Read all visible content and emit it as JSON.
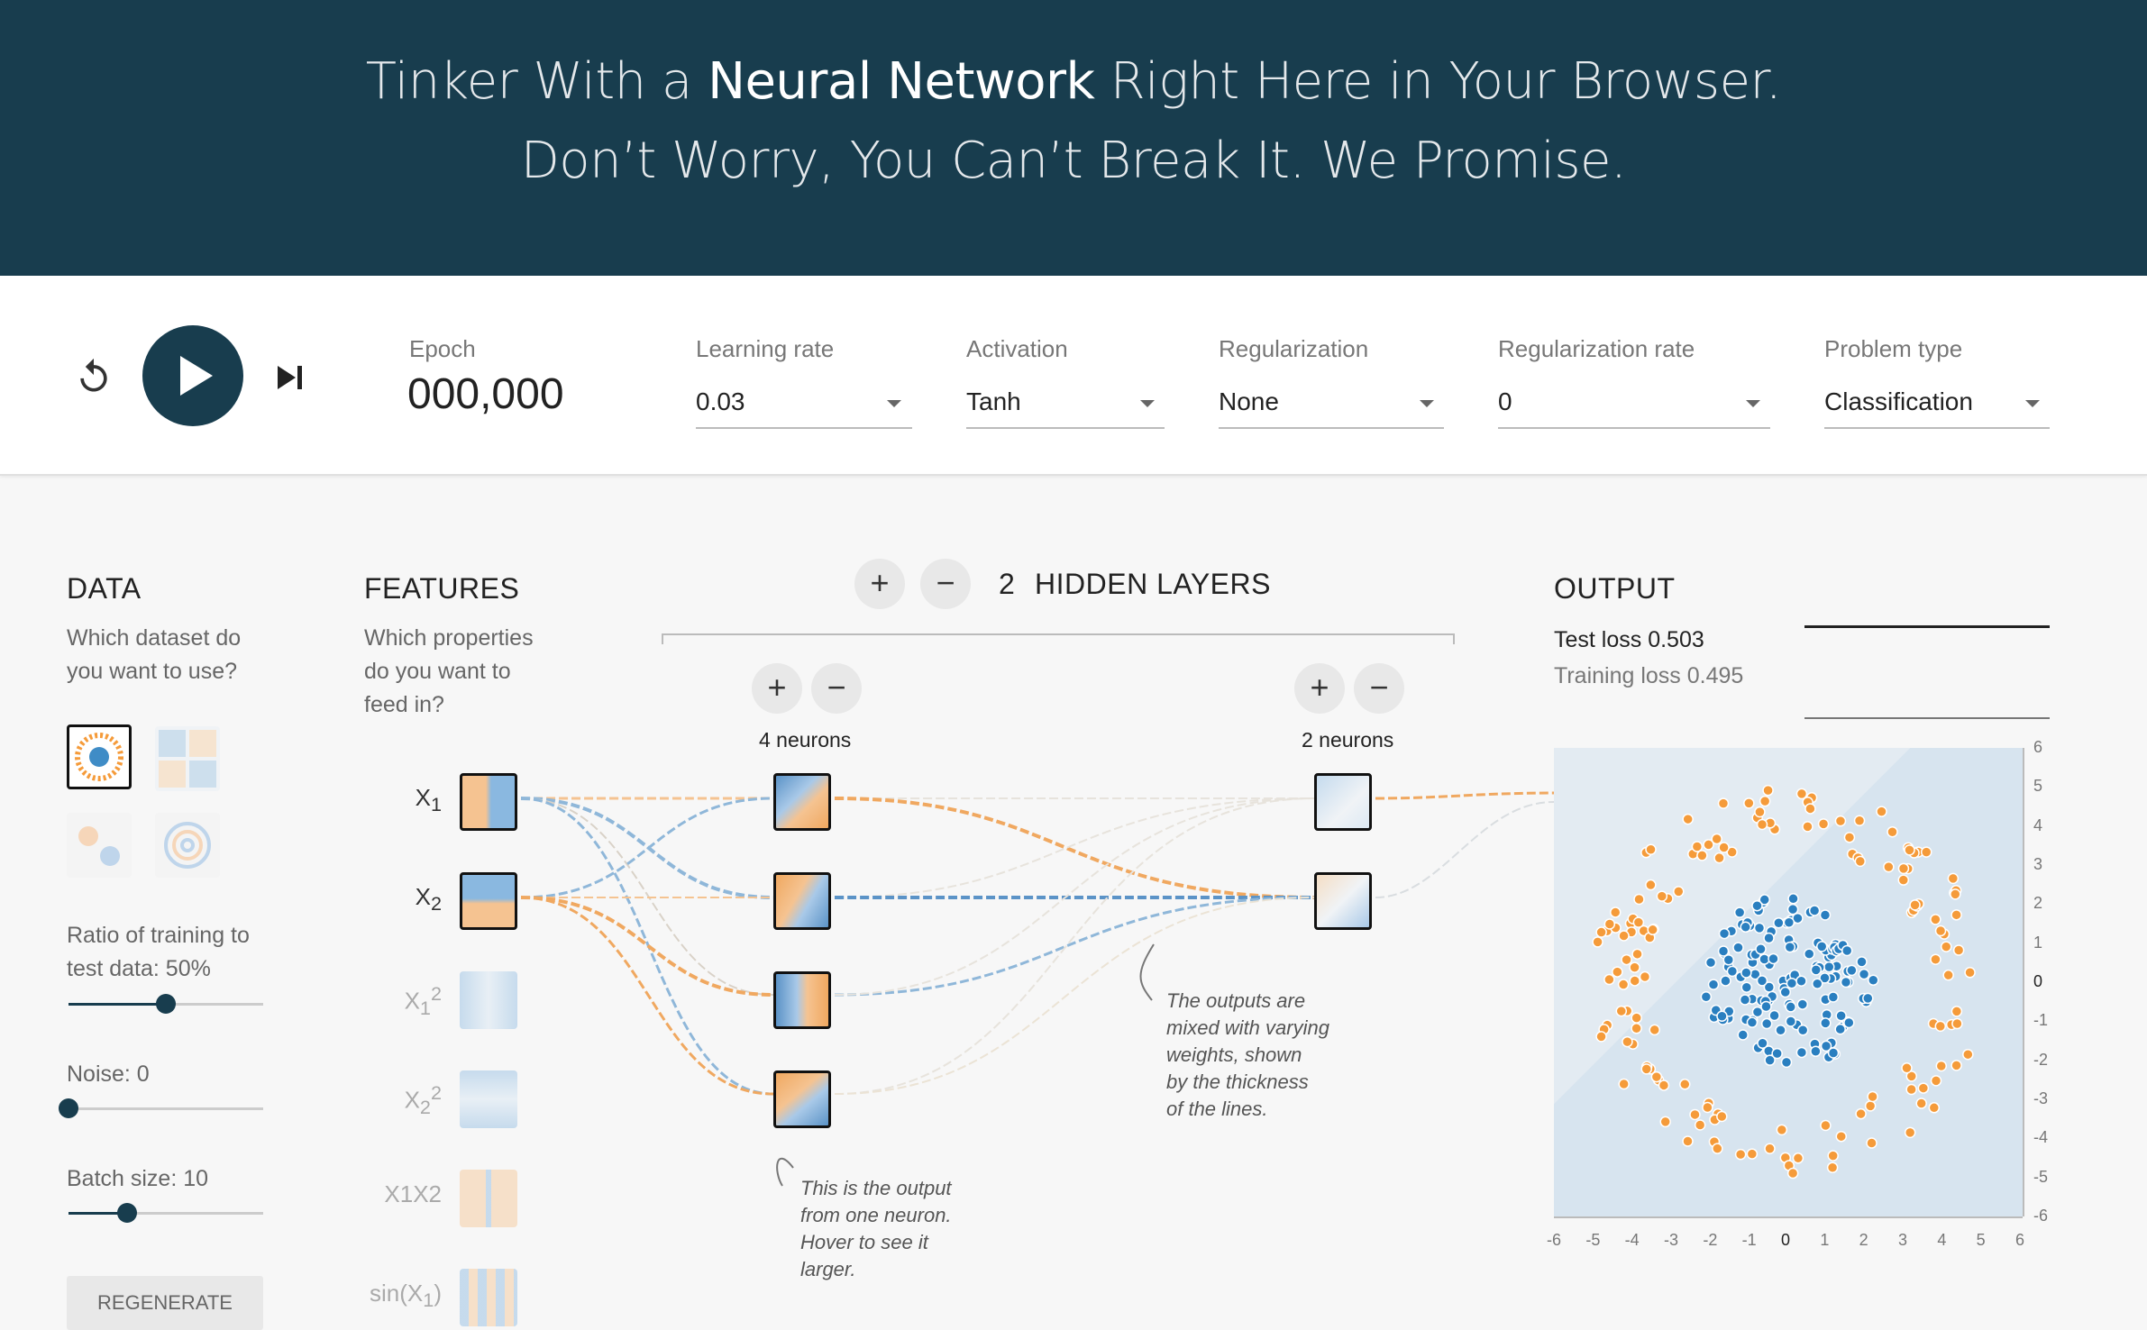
{
  "hero": {
    "line1_pre": "Tinker With a ",
    "line1_bold": "Neural Network",
    "line1_post": " Right Here in Your Browser.",
    "line2": "Don’t Worry, You Can’t Break It. We Promise."
  },
  "controls": {
    "epoch_label": "Epoch",
    "epoch_value": "000,000",
    "learning_rate": {
      "label": "Learning rate",
      "value": "0.03"
    },
    "activation": {
      "label": "Activation",
      "value": "Tanh"
    },
    "regularization": {
      "label": "Regularization",
      "value": "None"
    },
    "regularization_rate": {
      "label": "Regularization rate",
      "value": "0"
    },
    "problem_type": {
      "label": "Problem type",
      "value": "Classification"
    }
  },
  "data": {
    "heading": "DATA",
    "desc_line1": "Which dataset do",
    "desc_line2": "you want to use?",
    "ratio_label_line1": "Ratio of training to",
    "ratio_label_line2": "test data:  50%",
    "ratio_value": 0.5,
    "noise_label": "Noise:  0",
    "noise_value": 0,
    "batch_label": "Batch size:  10",
    "batch_fraction": 0.3,
    "regenerate": "REGENERATE"
  },
  "features": {
    "heading": "FEATURES",
    "desc_line1": "Which properties",
    "desc_line2": "do you want to",
    "desc_line3": "feed in?",
    "items": [
      {
        "base": "X",
        "sub": "1",
        "sup": "",
        "active": true
      },
      {
        "base": "X",
        "sub": "2",
        "sup": "",
        "active": true
      },
      {
        "base": "X",
        "sub": "1",
        "sup": "2",
        "active": false
      },
      {
        "base": "X",
        "sub": "2",
        "sup": "2",
        "active": false
      },
      {
        "base": "X1X2",
        "sub": "",
        "sup": "",
        "active": false
      },
      {
        "base": "sin(X",
        "sub": "1",
        "sup": "",
        "active": false
      }
    ]
  },
  "network": {
    "hidden_count": "2",
    "hidden_label": "HIDDEN LAYERS",
    "layer1_label": "4 neurons",
    "layer2_label": "2 neurons",
    "annot_neuron": [
      "This is the output",
      "from one neuron.",
      "Hover to see it",
      "larger."
    ],
    "annot_weights": [
      "The outputs are",
      "mixed with varying",
      "weights, shown",
      "by the thickness",
      "of the lines."
    ]
  },
  "output": {
    "heading": "OUTPUT",
    "test_loss": "Test loss 0.503",
    "training_loss": "Training loss 0.495",
    "x_ticks": [
      "-6",
      "-5",
      "-4",
      "-3",
      "-2",
      "-1",
      "0",
      "1",
      "2",
      "3",
      "4",
      "5",
      "6"
    ],
    "y_ticks": [
      "6",
      "5",
      "4",
      "3",
      "2",
      "1",
      "0",
      "-1",
      "-2",
      "-3",
      "-4",
      "-5",
      "-6"
    ]
  },
  "colors": {
    "dark": "#183d4e",
    "orange": "#f59b3a",
    "blue": "#2a7fc0"
  }
}
